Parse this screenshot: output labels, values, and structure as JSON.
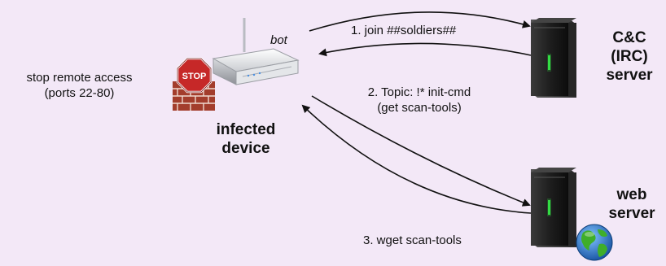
{
  "labels": {
    "bot": "bot",
    "stop_line1": "stop remote access",
    "stop_line2": "(ports 22-80)",
    "infected_line1": "infected",
    "infected_line2": "device",
    "cc_line1": "C&C",
    "cc_line2": "(IRC)",
    "cc_line3": "server",
    "web_line1": "web",
    "web_line2": "server",
    "stop_sign": "STOP"
  },
  "steps": [
    {
      "text": "1. join  ##soldiers##"
    },
    {
      "text": "2. Topic: !* init-cmd"
    },
    {
      "text": "(get scan-tools)"
    },
    {
      "text": "3. wget scan-tools"
    }
  ],
  "colors": {
    "background": "#f3e8f7",
    "stop_sign": "#c62828",
    "server": "#1c1c1c",
    "led": "#33dd44",
    "firewall_brick": "#a33d2c",
    "globe_water": "#1f6fc2",
    "globe_land": "#3fae2a"
  }
}
